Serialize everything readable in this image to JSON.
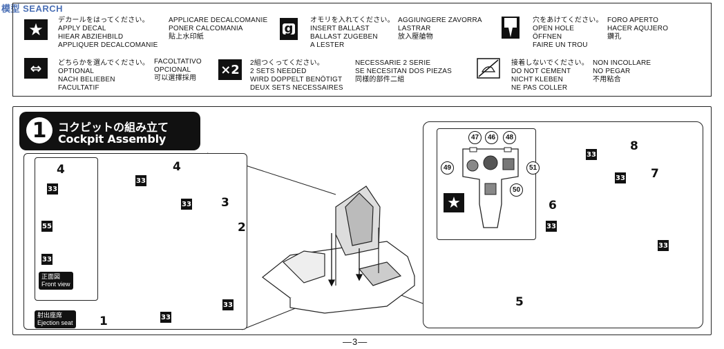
{
  "watermark": "模型 SEARCH",
  "legend": {
    "apply_decal": {
      "icon": "star-icon",
      "lines": [
        "デカールをはってください。",
        "APPLY DECAL",
        "HIEAR ABZIEHBILD",
        "APPLIQUER DECALCOMANIE"
      ],
      "lines2": [
        "APPLICARE DECALCOMANIE",
        "PONER CALCOMANIA",
        "貼上水印紙"
      ]
    },
    "insert_ballast": {
      "icon": "weight-icon",
      "icon_text": "g",
      "lines": [
        "オモリを入れてください。",
        "INSERT BALLAST",
        "BALLAST ZUGEBEN",
        "A LESTER"
      ],
      "lines2": [
        "AGGIUNGERE ZAVORRA",
        "LASTRAR",
        "放入壓艙物"
      ]
    },
    "open_hole": {
      "icon": "drill-icon",
      "lines": [
        "穴をあけてください。",
        "OPEN HOLE",
        "ÖFFNEN",
        "FAIRE UN TROU"
      ],
      "lines2": [
        "FORO APERTO",
        "HACER AQUJERO",
        "鑽孔"
      ]
    },
    "optional": {
      "icon": "double-arrow-icon",
      "lines": [
        "どちらかを選んでください。",
        "OPTIONAL",
        "NACH BELIEBEN",
        "FACULTATIF"
      ],
      "lines2": [
        "FACOLTATIVO",
        "OPCIONAL",
        "可以選擇採用"
      ]
    },
    "two_sets": {
      "icon": "x2-icon",
      "icon_text": "×2",
      "lines": [
        "2組つくってください。",
        "2 SETS NEEDED",
        "WIRD DOPPELT BENÖTIGT",
        "DEUX SETS NECESSAIRES"
      ],
      "lines2": [
        "NECESSARIE 2 SERIE",
        "SE NECESITAN DOS PIEZAS",
        "同樣的部件二組"
      ]
    },
    "no_cement": {
      "icon": "no-cement-icon",
      "lines": [
        "接着しないでください。",
        "DO NOT CEMENT",
        "NICHT KLEBEN",
        "NE PAS COLLER"
      ],
      "lines2": [
        "NON INCOLLARE",
        "NO PEGAR",
        "不用粘合"
      ]
    }
  },
  "step": {
    "number": "1",
    "title_jp": "コクピットの組み立て",
    "title_en": "Cockpit Assembly"
  },
  "seat_detail": {
    "front_view_jp": "正面図",
    "front_view_en": "Front view",
    "ejection_seat_jp": "射出座席",
    "ejection_seat_en": "Ejection seat",
    "parts": {
      "p4": "4",
      "p33": "33",
      "p55": "55",
      "p3": "3",
      "p2": "2",
      "p1": "1"
    }
  },
  "panel_detail": {
    "decals": [
      "47",
      "46",
      "48",
      "49",
      "51",
      "50"
    ]
  },
  "tub_detail": {
    "parts": {
      "p8": "8",
      "p7": "7",
      "p6": "6",
      "p5": "5",
      "p33": "33"
    }
  },
  "page_number": "—3—"
}
